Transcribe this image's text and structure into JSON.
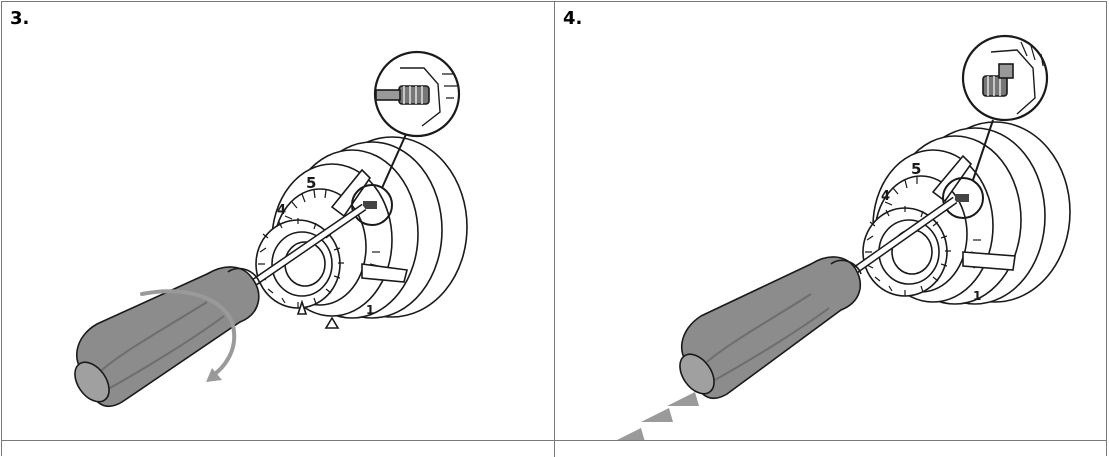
{
  "panels": [
    {
      "step": "3.",
      "dial_numbers": [
        "5",
        "4",
        "1"
      ],
      "arrow": "rotate-arrow"
    },
    {
      "step": "4.",
      "dial_numbers": [
        "5",
        "4",
        "1"
      ],
      "arrow": "push-arrows"
    }
  ],
  "colors": {
    "line": "#1a1a1a",
    "handle": "#8c8c8c",
    "handle_dark": "#6e6e6e",
    "arrow": "#9a9a9a"
  }
}
